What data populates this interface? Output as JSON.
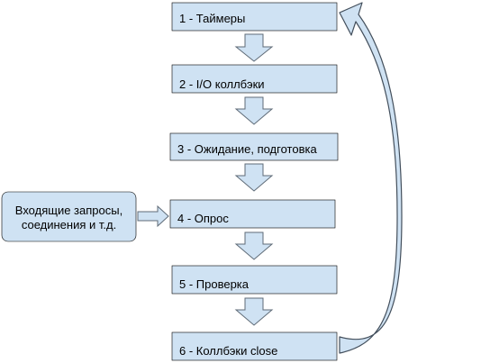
{
  "diagram": {
    "stages": [
      {
        "id": "timers",
        "label": "1 - Таймеры"
      },
      {
        "id": "io-callbacks",
        "label": "2 - I/O коллбэки"
      },
      {
        "id": "idle-prepare",
        "label": "3 - Ожидание, подготовка"
      },
      {
        "id": "poll",
        "label": "4 - Опрос"
      },
      {
        "id": "check",
        "label": "5 - Проверка"
      },
      {
        "id": "close-callbacks",
        "label": "6 - Коллбэки close"
      }
    ],
    "incoming": {
      "line1": "Входящие запросы,",
      "line2": "соединения и т.д."
    }
  },
  "colors": {
    "box_fill": "#cfe2f3",
    "box_stroke": "#000000",
    "arrow_fill": "#cfe2f3",
    "arrow_stroke": "#5f6b77",
    "loop_fill": "#cfe2f3",
    "loop_stroke": "#434f5c",
    "text": "#000000"
  }
}
